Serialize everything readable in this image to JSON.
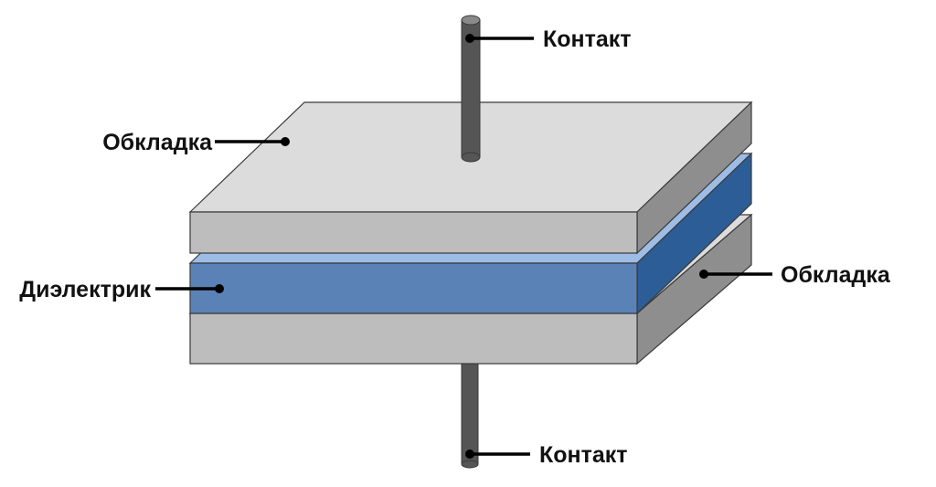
{
  "labels": {
    "contact_top": "Контакт",
    "contact_bottom": "Контакт",
    "plate_top": "Обкладка",
    "plate_bottom": "Обкладка",
    "dielectric": "Диэлектрик"
  },
  "colors": {
    "plate_top_face": "#dcdcdc",
    "plate_front_face": "#bdbdbd",
    "plate_side_face": "#8e8e8e",
    "dielectric_top_face": "#9dbde6",
    "dielectric_front_face": "#5a82b6",
    "dielectric_side_face": "#2d5d96",
    "rod": "#555555",
    "rod_top": "#8a8a8a",
    "outline": "#3a3a3a"
  }
}
